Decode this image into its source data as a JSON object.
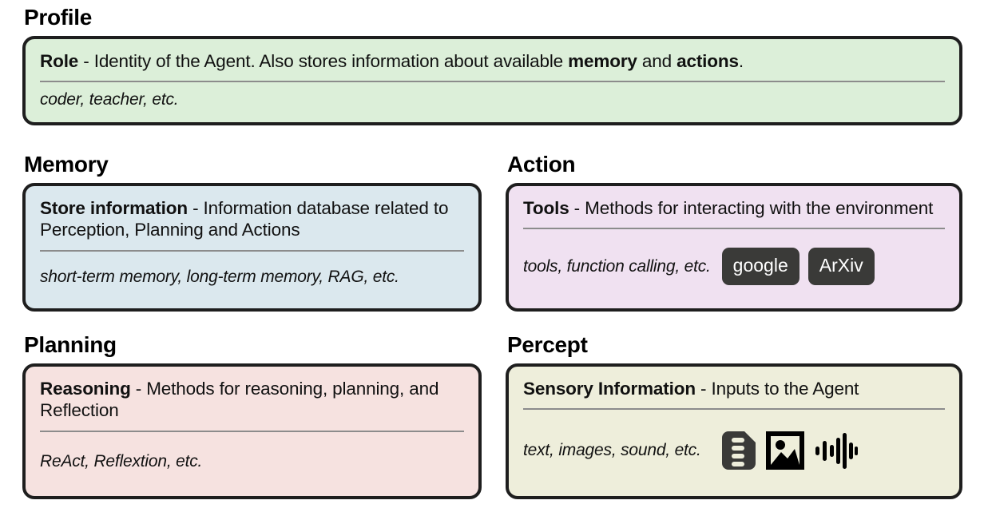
{
  "diagram": {
    "title_hidden": "",
    "sections": [
      {
        "key": "profile",
        "title": "Profile",
        "color": "#dcefd9",
        "term": "Role",
        "separator": " - ",
        "description": "Identity of the Agent. Also stores information about available ",
        "description_bold_1": "memory",
        "description_mid": " and ",
        "description_bold_2": "actions",
        "description_end": ".",
        "examples": "coder, teacher, etc."
      },
      {
        "key": "memory",
        "title": "Memory",
        "color": "#dbe8ee",
        "term": "Store information",
        "separator": " - ",
        "description": "Information database related to Perception, Planning and Actions",
        "examples": "short-term memory, long-term memory, RAG, etc."
      },
      {
        "key": "action",
        "title": "Action",
        "color": "#f0e1f1",
        "term": "Tools",
        "separator": " - ",
        "description": "Methods for interacting with the environment",
        "examples": "tools, function calling, etc.",
        "chips": [
          {
            "label": "google",
            "bg": "#3a3a38",
            "fg": "#ffffff"
          },
          {
            "label": "ArXiv",
            "bg": "#3a3a38",
            "fg": "#ffffff"
          }
        ]
      },
      {
        "key": "planning",
        "title": "Planning",
        "color": "#f6e2e0",
        "term": "Reasoning",
        "separator": " - ",
        "description": "Methods for reasoning, planning, and Reflection",
        "examples": "ReAct, Reflextion, etc."
      },
      {
        "key": "percept",
        "title": "Percept",
        "color": "#eeeedb",
        "term": "Sensory Information",
        "separator": " - ",
        "description": "Inputs to the Agent",
        "examples": "text, images, sound, etc.",
        "icons": [
          {
            "name": "document-icon",
            "color": "#3a3a38"
          },
          {
            "name": "image-icon",
            "color": "#000000"
          },
          {
            "name": "waveform-icon",
            "color": "#000000"
          }
        ]
      }
    ],
    "style": {
      "border_color": "#1e1e1e",
      "divider_color": "#8c8c8c",
      "text_color": "#111111",
      "background": "#ffffff"
    }
  }
}
